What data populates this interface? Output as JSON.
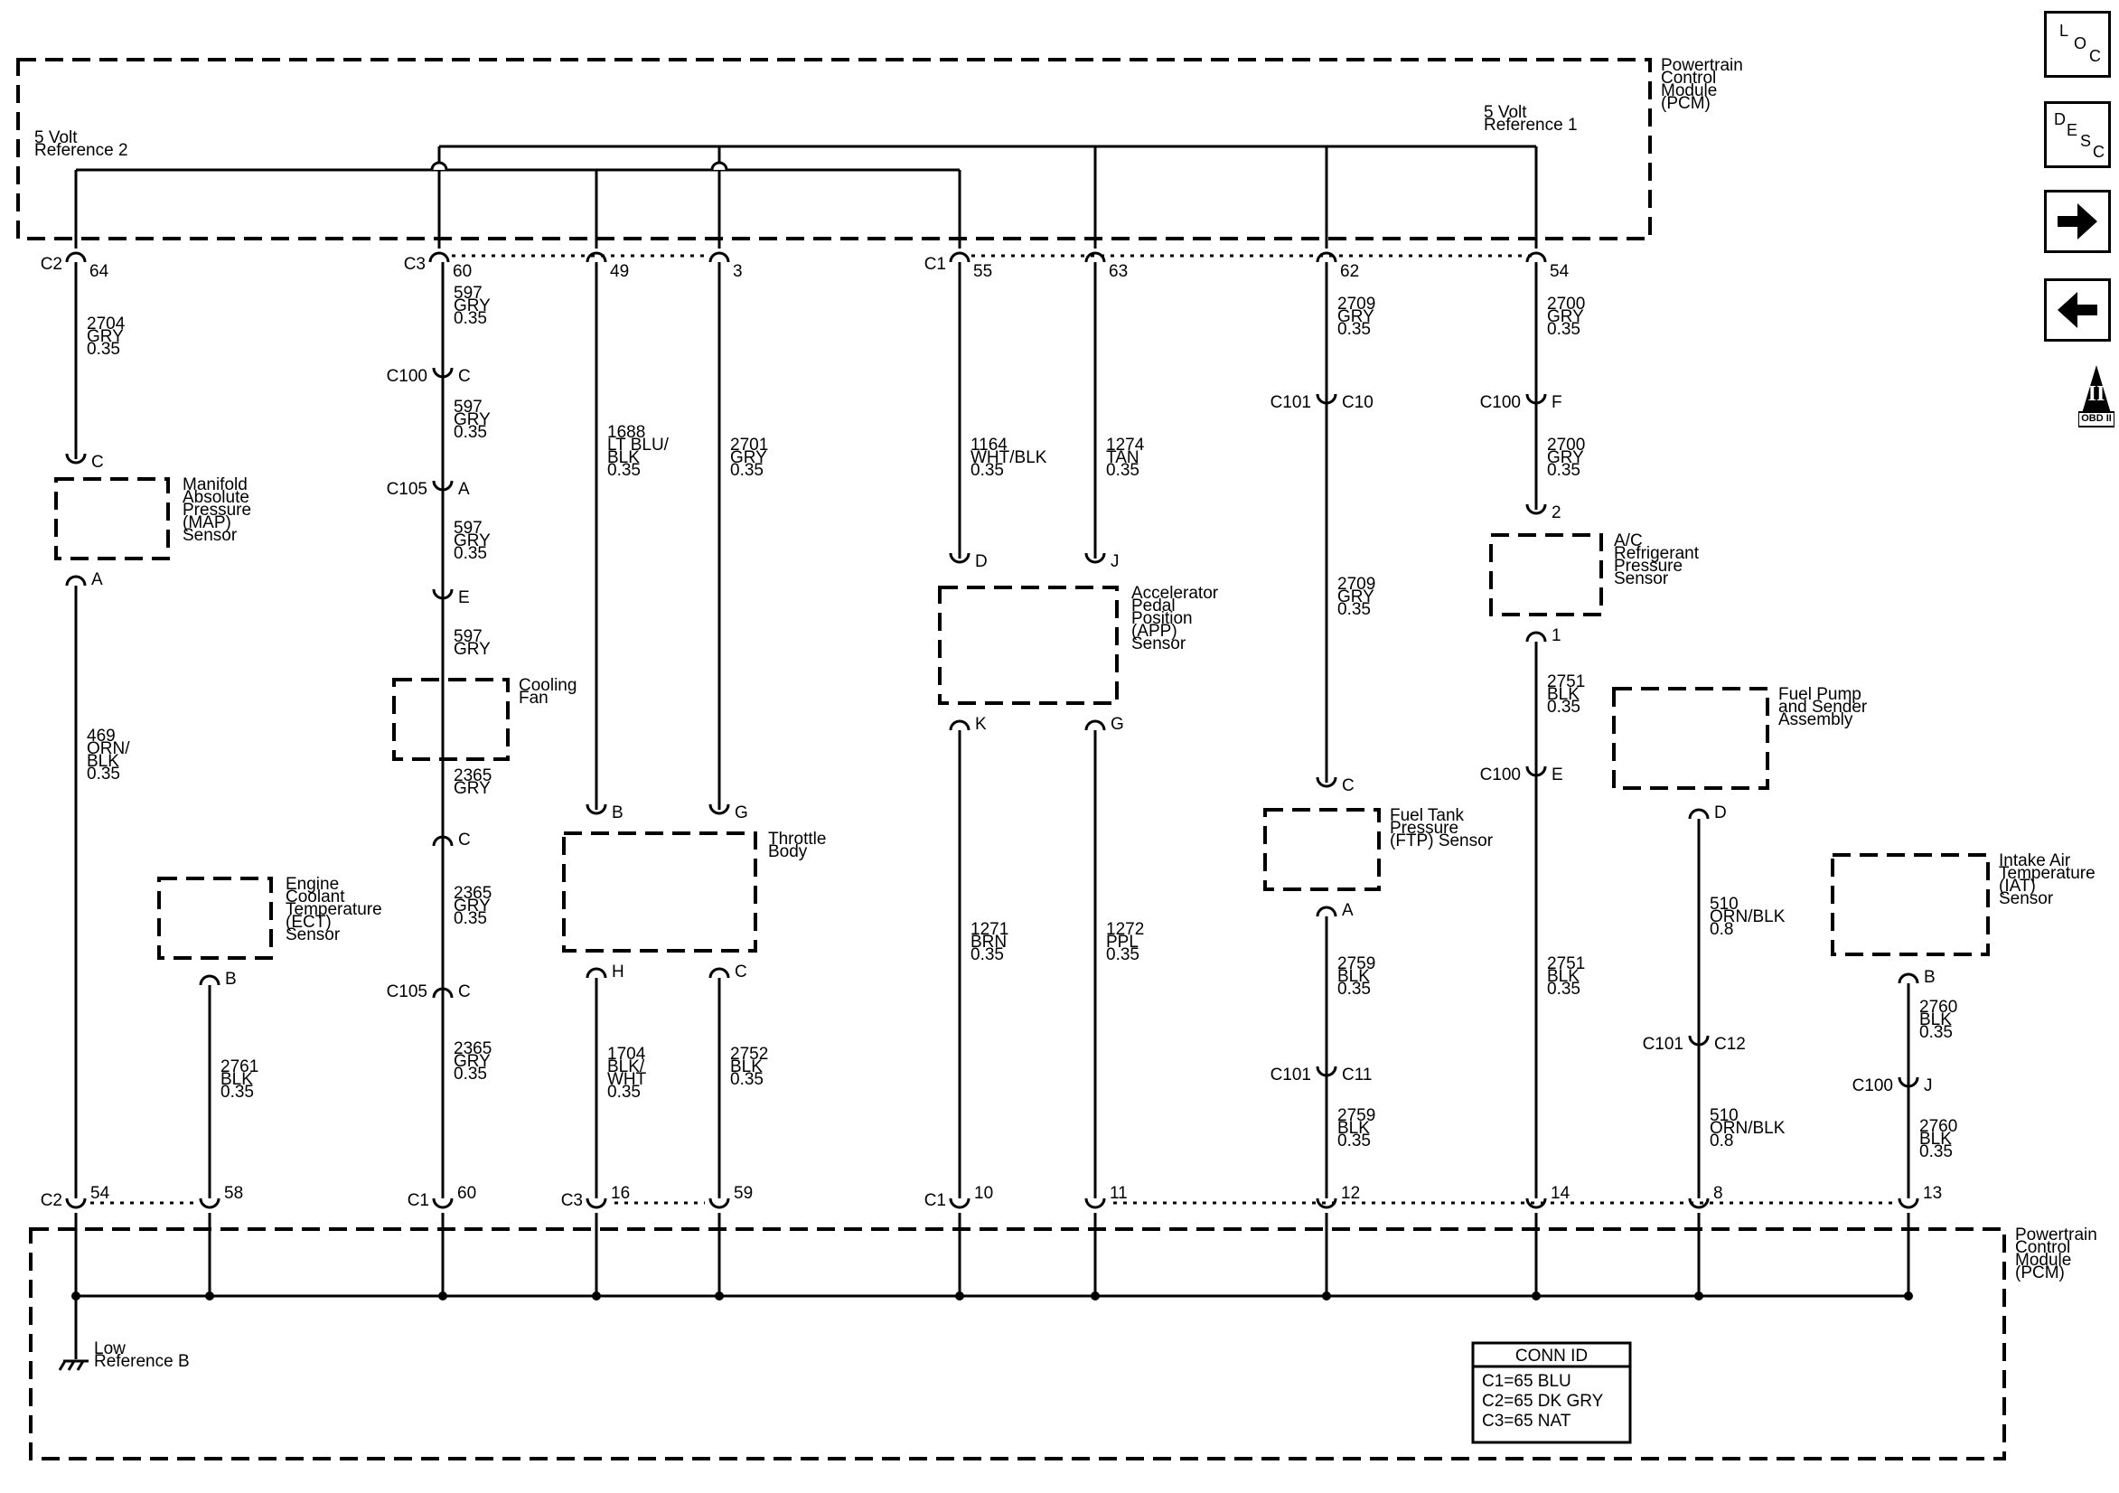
{
  "nav": {
    "loc": [
      "L",
      "O",
      "C"
    ],
    "desc": [
      "D",
      "E",
      "S",
      "C"
    ],
    "next_icon": "right-arrow-icon",
    "prev_icon": "left-arrow-icon",
    "obd": {
      "numeral": "II",
      "label": "OBD II"
    }
  },
  "module_top": [
    "Powertrain",
    "Control",
    "Module",
    "(PCM)"
  ],
  "module_bottom": [
    "Powertrain",
    "Control",
    "Module",
    "(PCM)"
  ],
  "ref_labels": {
    "ref2": [
      "5 Volt",
      "Reference 2"
    ],
    "ref1": [
      "5 Volt",
      "Reference 1"
    ],
    "low": [
      "Low",
      "Reference B"
    ]
  },
  "conn_table": {
    "title": "CONN ID",
    "rows": [
      "C1=65 BLU",
      "C2=65 DK GRY",
      "C3=65 NAT"
    ]
  },
  "components": [
    {
      "name": "map-sensor",
      "lines": [
        "Manifold",
        "Absolute",
        "Pressure",
        "(MAP)",
        "Sensor"
      ]
    },
    {
      "name": "ect-sensor",
      "lines": [
        "Engine",
        "Coolant",
        "Temperature",
        "(ECT)",
        "Sensor"
      ]
    },
    {
      "name": "cooling-fan",
      "lines": [
        "Cooling",
        "Fan"
      ]
    },
    {
      "name": "throttle-body",
      "lines": [
        "Throttle",
        "Body"
      ]
    },
    {
      "name": "app-sensor",
      "lines": [
        "Accelerator",
        "Pedal",
        "Position",
        "(APP)",
        "Sensor"
      ]
    },
    {
      "name": "ftp-sensor",
      "lines": [
        "Fuel Tank",
        "Pressure",
        "(FTP) Sensor"
      ]
    },
    {
      "name": "ac-sensor",
      "lines": [
        "A/C",
        "Refrigerant",
        "Pressure",
        "Sensor"
      ]
    },
    {
      "name": "fuel-pump",
      "lines": [
        "Fuel Pump",
        "and Sender",
        "Assembly"
      ]
    },
    {
      "name": "iat-sensor",
      "lines": [
        "Intake Air",
        "Temperature",
        "(IAT)",
        "Sensor"
      ]
    }
  ],
  "top_pins": [
    {
      "conn": "C2",
      "pin": "64"
    },
    {
      "conn": "C3",
      "pin": "60"
    },
    {
      "conn": "",
      "pin": "49"
    },
    {
      "conn": "",
      "pin": "3"
    },
    {
      "conn": "C1",
      "pin": "55"
    },
    {
      "conn": "",
      "pin": "63"
    },
    {
      "conn": "",
      "pin": "62"
    },
    {
      "conn": "",
      "pin": "54"
    }
  ],
  "bottom_pins": [
    {
      "conn": "C2",
      "pin": "54"
    },
    {
      "conn": "",
      "pin": "58"
    },
    {
      "conn": "C1",
      "pin": "60"
    },
    {
      "conn": "C3",
      "pin": "16"
    },
    {
      "conn": "",
      "pin": "59"
    },
    {
      "conn": "C1",
      "pin": "10"
    },
    {
      "conn": "",
      "pin": "11"
    },
    {
      "conn": "",
      "pin": "12"
    },
    {
      "conn": "",
      "pin": "14"
    },
    {
      "conn": "",
      "pin": "8"
    },
    {
      "conn": "",
      "pin": "13"
    }
  ],
  "connectors": [
    {
      "left": "",
      "right": "C"
    },
    {
      "left": "",
      "right": "A"
    },
    {
      "left": "C100",
      "right": "C"
    },
    {
      "left": "C105",
      "right": "A"
    },
    {
      "left": "",
      "right": "E"
    },
    {
      "left": "",
      "right": "C"
    },
    {
      "left": "C105",
      "right": "C"
    },
    {
      "left": "",
      "right": "B"
    },
    {
      "left": "",
      "right": "B"
    },
    {
      "left": "",
      "right": "H"
    },
    {
      "left": "",
      "right": "G"
    },
    {
      "left": "",
      "right": "C"
    },
    {
      "left": "",
      "right": "D"
    },
    {
      "left": "",
      "right": "K"
    },
    {
      "left": "",
      "right": "J"
    },
    {
      "left": "",
      "right": "G"
    },
    {
      "left": "C101",
      "right": "C10"
    },
    {
      "left": "",
      "right": "C"
    },
    {
      "left": "",
      "right": "A"
    },
    {
      "left": "C101",
      "right": "C11"
    },
    {
      "left": "C100",
      "right": "F"
    },
    {
      "left": "",
      "right": "2"
    },
    {
      "left": "",
      "right": "1"
    },
    {
      "left": "C100",
      "right": "E"
    },
    {
      "left": "",
      "right": "D"
    },
    {
      "left": "C101",
      "right": "C12"
    },
    {
      "left": "",
      "right": "B"
    },
    {
      "left": "C100",
      "right": "J"
    }
  ],
  "wires": [
    [
      "2704",
      "GRY",
      "0.35"
    ],
    [
      "469",
      "ORN/",
      "BLK",
      "0.35"
    ],
    [
      "597",
      "GRY",
      "0.35"
    ],
    [
      "597",
      "GRY",
      "0.35"
    ],
    [
      "597",
      "GRY",
      "0.35"
    ],
    [
      "597",
      "GRY"
    ],
    [
      "2365",
      "GRY"
    ],
    [
      "2365",
      "GRY",
      "0.35"
    ],
    [
      "2365",
      "GRY",
      "0.35"
    ],
    [
      "2761",
      "BLK",
      "0.35"
    ],
    [
      "1688",
      "LT BLU/",
      "BLK",
      "0.35"
    ],
    [
      "1704",
      "BLK/",
      "WHT",
      "0.35"
    ],
    [
      "2701",
      "GRY",
      "0.35"
    ],
    [
      "2752",
      "BLK",
      "0.35"
    ],
    [
      "1164",
      "WHT/BLK",
      "0.35"
    ],
    [
      "1271",
      "BRN",
      "0.35"
    ],
    [
      "1274",
      "TAN",
      "0.35"
    ],
    [
      "1272",
      "PPL",
      "0.35"
    ],
    [
      "2709",
      "GRY",
      "0.35"
    ],
    [
      "2709",
      "GRY",
      "0.35"
    ],
    [
      "2759",
      "BLK",
      "0.35"
    ],
    [
      "2759",
      "BLK",
      "0.35"
    ],
    [
      "2700",
      "GRY",
      "0.35"
    ],
    [
      "2700",
      "GRY",
      "0.35"
    ],
    [
      "2751",
      "BLK",
      "0.35"
    ],
    [
      "2751",
      "BLK",
      "0.35"
    ],
    [
      "510",
      "ORN/BLK",
      "0.8"
    ],
    [
      "510",
      "ORN/BLK",
      "0.8"
    ],
    [
      "2760",
      "BLK",
      "0.35"
    ],
    [
      "2760",
      "BLK",
      "0.35"
    ]
  ]
}
